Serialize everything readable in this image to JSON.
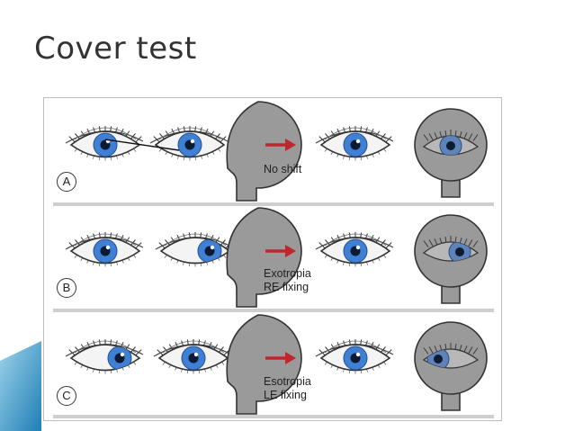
{
  "slide": {
    "title": "Cover test"
  },
  "colors": {
    "iris": "#3f7fd4",
    "occluder": "#9a9a9a",
    "arrow": "#c0272d",
    "divider": "#cfcfcf"
  },
  "rows": [
    {
      "letter": "A",
      "result_lines": [
        "No shift"
      ]
    },
    {
      "letter": "B",
      "result_lines": [
        "Exotropia",
        "RE fixing"
      ]
    },
    {
      "letter": "C",
      "result_lines": [
        "Esotropia",
        "LE fixing"
      ]
    }
  ]
}
